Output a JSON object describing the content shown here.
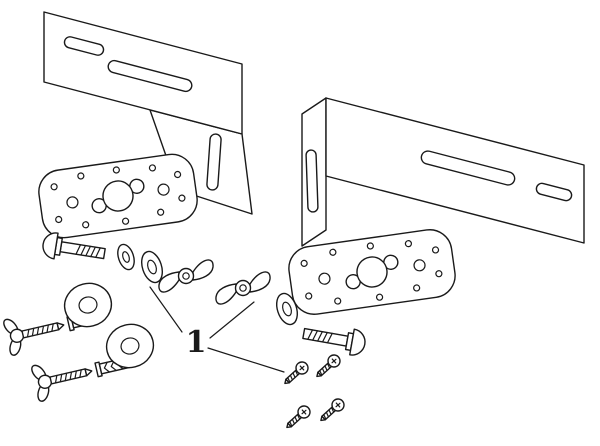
{
  "diagram": {
    "type": "exploded-parts-diagram",
    "callout": {
      "label": "1"
    },
    "colors": {
      "line": "#1a1a1a",
      "background": "#ffffff"
    },
    "parts": [
      "left-mounting-bracket",
      "left-base-plate-with-keyhole",
      "right-mounting-bracket",
      "right-base-plate-with-keyhole",
      "carriage-bolt-left",
      "washer-small-left",
      "washer-medium-left",
      "wing-nut-left",
      "wing-screw-anchor-assembly-1",
      "wing-screw-anchor-assembly-2",
      "large-washer-1",
      "large-washer-2",
      "wing-nut-right",
      "washer-right",
      "carriage-bolt-right",
      "mounting-screw-1",
      "mounting-screw-2",
      "mounting-screw-3",
      "mounting-screw-4"
    ]
  }
}
